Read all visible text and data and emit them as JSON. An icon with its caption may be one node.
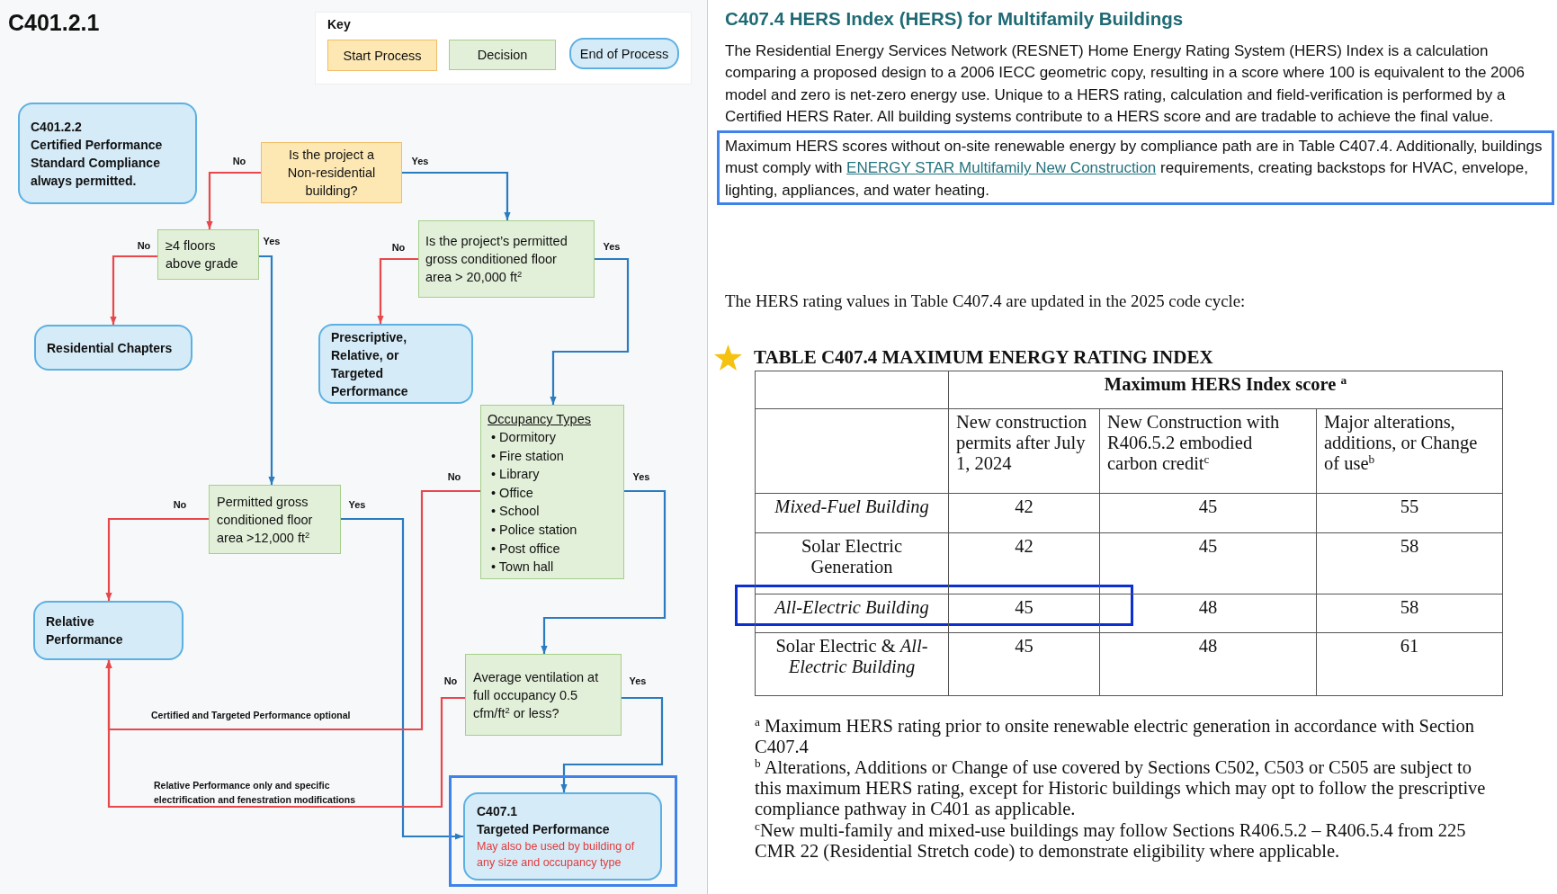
{
  "diagram": {
    "title": "C401.2.1",
    "nodes": [
      {
        "text": [
          "C401.2.2",
          "Certified Performance Standard Compliance always permitted."
        ]
      },
      {
        "text": [
          "Is the project a Non-residential building?"
        ]
      },
      {
        "text": [
          "≥4 floors above grade"
        ]
      },
      {
        "text": [
          "Is the project’s permitted gross conditioned floor area > 20,000 ft$^{2}$"
        ]
      },
      {
        "text": [
          "Residential Chapters"
        ]
      },
      {
        "text": [
          "Prescriptive, Relative, or Targeted Performance"
        ]
      },
      {
        "text": [
          "Occupancy Types",
          "• Dormitory",
          "• Fire station",
          "• Library",
          "• Office",
          "• School",
          "• Police station",
          "• Post office",
          "• Town hall"
        ]
      },
      {
        "text": [
          "Permitted gross conditioned floor area >12,000 ft$^{2}$"
        ]
      },
      {
        "text": [
          "Relative Performance"
        ]
      },
      {
        "text": [
          "Average ventilation at full occupancy 0.5 cfm/ft$^{2}$ or less?"
        ]
      },
      {
        "text": [
          "C407.1",
          "Targeted Performance",
          "May also be used by building of any size and occupancy type"
        ]
      }
    ],
    "edges": [
      {
        "from": 1,
        "to": 2,
        "arrow": "to",
        "label": "No",
        "color": "#e8474c"
      },
      {
        "from": 1,
        "to": 3,
        "arrow": "to",
        "label": "Yes",
        "color": "#2b7bc1"
      },
      {
        "from": 2,
        "to": 4,
        "arrow": "to",
        "label": "No",
        "color": "#e8474c"
      },
      {
        "from": 2,
        "to": 7,
        "arrow": "to",
        "label": "Yes",
        "color": "#2b7bc1"
      },
      {
        "from": 3,
        "to": 5,
        "arrow": "to",
        "label": "No",
        "color": "#e8474c"
      },
      {
        "from": 3,
        "to": 6,
        "arrow": "to",
        "label": "Yes",
        "color": "#2b7bc1"
      },
      {
        "from": 7,
        "to": 8,
        "arrow": "to",
        "label": "No",
        "color": "#e8474c"
      },
      {
        "from": 7,
        "to": 10,
        "arrow": "to",
        "label": "Yes",
        "color": "#2b7bc1"
      },
      {
        "from": 6,
        "to": 8,
        "arrow": "to",
        "label": "No",
        "color": "#e8474c"
      },
      {
        "from": 6,
        "to": 9,
        "arrow": "to",
        "label": "Yes",
        "color": "#2b7bc1"
      },
      {
        "from": 9,
        "to": 8,
        "arrow": "to",
        "label": "No",
        "color": "#e8474c"
      },
      {
        "from": 9,
        "to": 10,
        "arrow": "to",
        "label": "Yes",
        "color": "#2b7bc1"
      }
    ],
    "labels": [
      "Key",
      "Certified and Targeted Performance optional",
      "Relative Performance only and specific electrification and fenestration modifications",
      "C407.4 HERS Index (HERS) for Multifamily Buildings",
      "The Residential Energy Services Network (RESNET) Home Energy Rating System (HERS) Index is a calculation comparing a proposed design to a 2006 IECC geometric copy, resulting in a score where 100 is equivalent to the 2006 model and zero is net-zero energy use. Unique to a HERS rating, calculation and field-verification is performed by a Certified HERS Rater. All building systems contribute to a HERS score and are tradable to achieve the final value.",
      "Maximum HERS scores without on-site renewable energy by compliance path are in Table C407.4. Additionally, buildings must comply with",
      "ENERGY STAR Multifamily New Construction",
      "requirements, creating backstops for HVAC, envelope, lighting, appliances, and water heating.",
      "The HERS rating values in Table C407.4 are updated in the 2025 code cycle:",
      "TABLE C407.4 MAXIMUM ENERGY RATING INDEX",
      "Maximum HERS Index score $^{a}$",
      "New construction permits after July 1, 2024",
      "New Construction with R406.5.2 embodied carbon credit$^{c}$",
      "Major alterations, additions, or Change of use$^{b}$",
      "Mixed-Fuel Building",
      "42",
      "45",
      "55",
      "Solar Electric Generation",
      "42",
      "45",
      "58",
      "All-Electric Building",
      "45",
      "48",
      "58",
      "Solar Electric & *All-Electric Building*",
      "45",
      "48",
      "61",
      "$^{a}$ Maximum HERS rating prior to onsite renewable electric generation in accordance with Section C407.4",
      "$^{b}$ Alterations, Additions or Change of use covered by Sections C502, C503 or C505 are subject to this maximum HERS rating, except for Historic buildings which may opt to follow the prescriptive compliance pathway in C401 as applicable.",
      "$^{c}$New multi-family and mixed-use buildings may follow Sections R406.5.2 – R406.5.4 from 225 CMR 22 (Residential Stretch code) to demonstrate eligibility where applicable."
    ],
    "legend": [
      {
        "text": "Start Process",
        "color": "#fde8b4"
      },
      {
        "text": "Decision",
        "color": "#e2efd9"
      },
      {
        "text": "End of Process",
        "color": "#d5ebf8"
      }
    ]
  }
}
